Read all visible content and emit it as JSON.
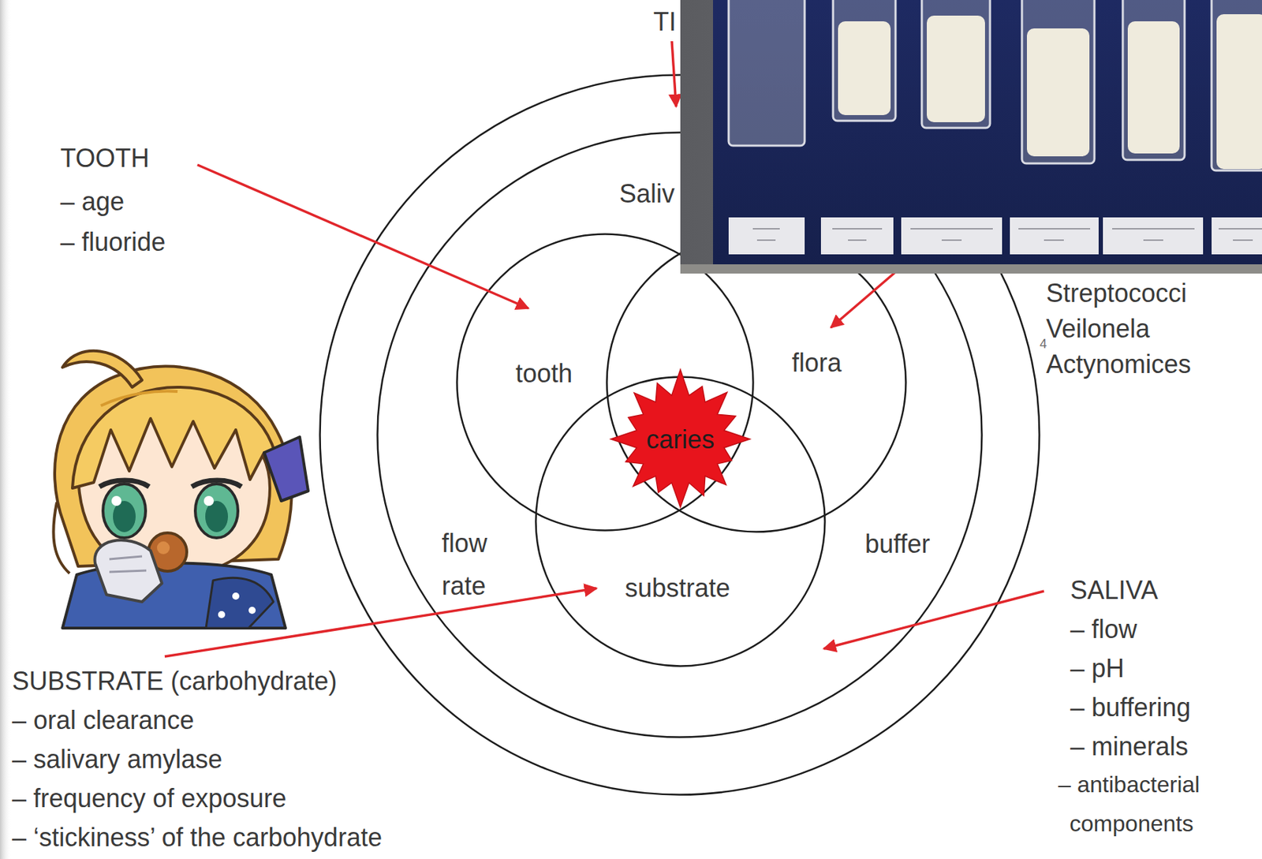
{
  "diagram": {
    "nodes": [
      {
        "text": [
          "TI"
        ]
      },
      {
        "text": [
          "Saliv",
          "flow rate",
          "buffer"
        ],
        "in": 0
      },
      {
        "text": [
          "tooth"
        ],
        "in": 1
      },
      {
        "text": [
          "flora"
        ],
        "in": 1
      },
      {
        "text": [
          "substrate"
        ],
        "in": 1
      },
      {
        "text": [
          "caries"
        ],
        "in": 1
      }
    ],
    "labels": [
      "TOOTH",
      "– age",
      "– fluoride",
      "Streptococci",
      "Veilonela",
      "4",
      "Actynomices",
      "SUBSTRATE (carbohydrate)",
      "– oral clearance",
      "– salivary amylase",
      "– frequency of exposure",
      "– ‘stickiness’ of the carbohydrate",
      "SALIVA",
      "– flow",
      "– pH",
      "– buffering",
      "– minerals",
      "– antibacterial components"
    ]
  }
}
